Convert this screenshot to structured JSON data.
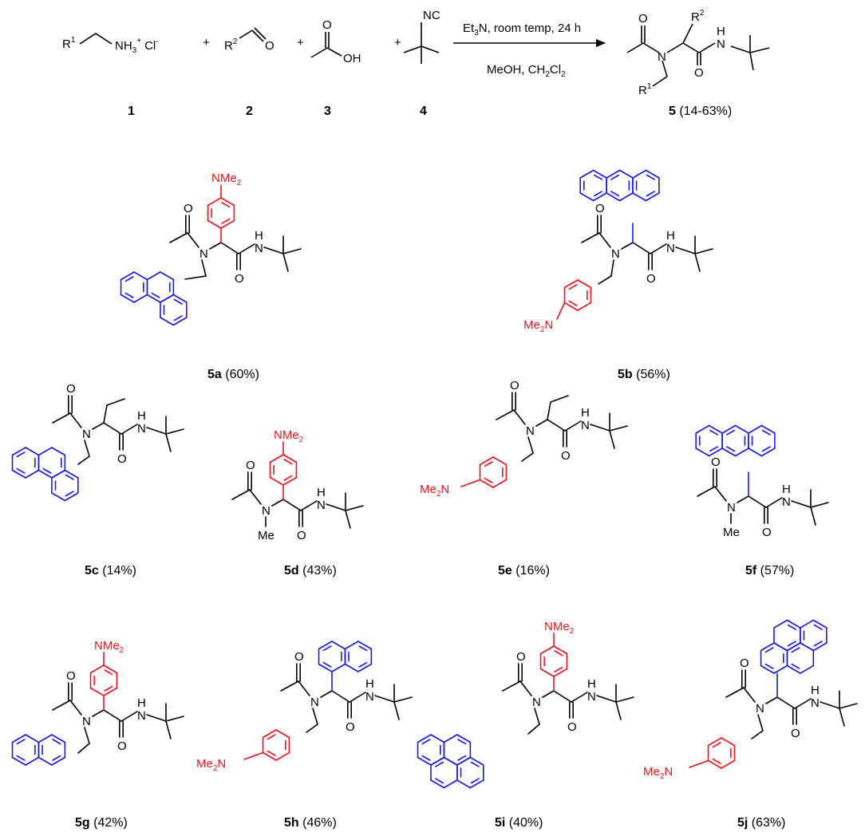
{
  "colors": {
    "ink": "#000000",
    "red": "#e8141b",
    "blue": "#1a1adc"
  },
  "reaction": {
    "reagent1": {
      "r": "R",
      "rsup": "1",
      "amine": "NH",
      "sub": "3",
      "plus": "+",
      "counter": "Cl",
      "counter_sup": "-"
    },
    "reagent2": {
      "r": "R",
      "rsup": "2",
      "o": "O"
    },
    "reagent3": {
      "o1": "O",
      "oh": "OH"
    },
    "reagent4": {
      "nc": "NC"
    },
    "plus": "+",
    "conditions": {
      "line1_a": "Et",
      "line1_sub": "3",
      "line1_b": "N, room temp, 24 h",
      "line2_a": "MeOH, CH",
      "line2_sub": "2",
      "line2_b": "Cl",
      "line2_sub2": "2"
    },
    "product": {
      "r1": "R",
      "r1sup": "1",
      "r2": "R",
      "r2sup": "2",
      "n": "N",
      "h": "H",
      "o": "O"
    },
    "numbers": {
      "n1": "1",
      "n2": "2",
      "n3": "3",
      "n4": "4",
      "n5": "5",
      "n5_yield": " (14-63%)"
    }
  },
  "atoms": {
    "n": "N",
    "o": "O",
    "h": "H",
    "me": "Me",
    "nme2": "NMe",
    "me2n": "Me",
    "two": "2"
  },
  "compounds": [
    {
      "id": "5a",
      "yield": " (60%)"
    },
    {
      "id": "5b",
      "yield": " (56%)"
    },
    {
      "id": "5c",
      "yield": " (14%)"
    },
    {
      "id": "5d",
      "yield": " (43%)"
    },
    {
      "id": "5e",
      "yield": " (16%)"
    },
    {
      "id": "5f",
      "yield": " (57%)"
    },
    {
      "id": "5g",
      "yield": " (42%)"
    },
    {
      "id": "5h",
      "yield": " (46%)"
    },
    {
      "id": "5i",
      "yield": " (40%)"
    },
    {
      "id": "5j",
      "yield": " (63%)"
    }
  ]
}
